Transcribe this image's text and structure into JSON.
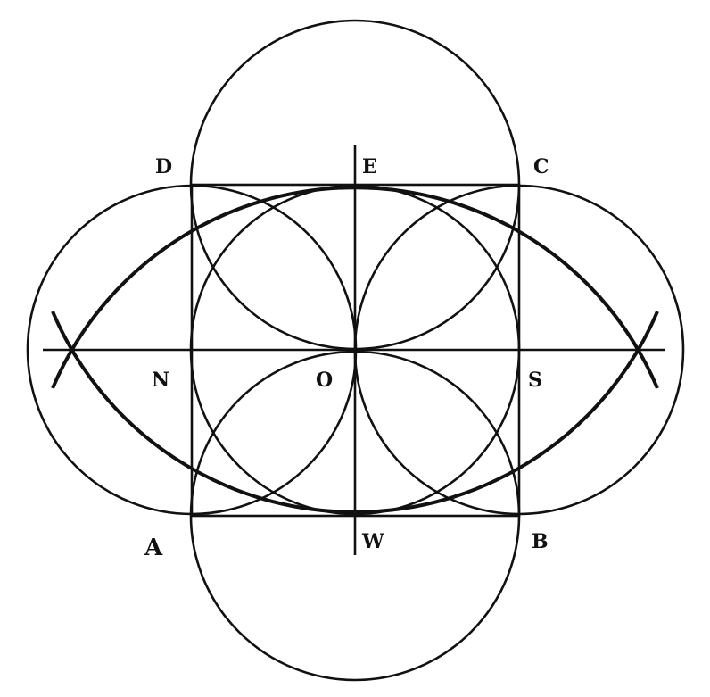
{
  "title": "Geometric construction: square ABCD with circles and pointed oval",
  "labels": {
    "A": "A",
    "B": "B",
    "C": "C",
    "D": "D",
    "E": "E",
    "W": "W",
    "N": "N",
    "S": "S",
    "O": "O"
  },
  "colors": {
    "ink": "#111111",
    "paper": "#ffffff"
  }
}
